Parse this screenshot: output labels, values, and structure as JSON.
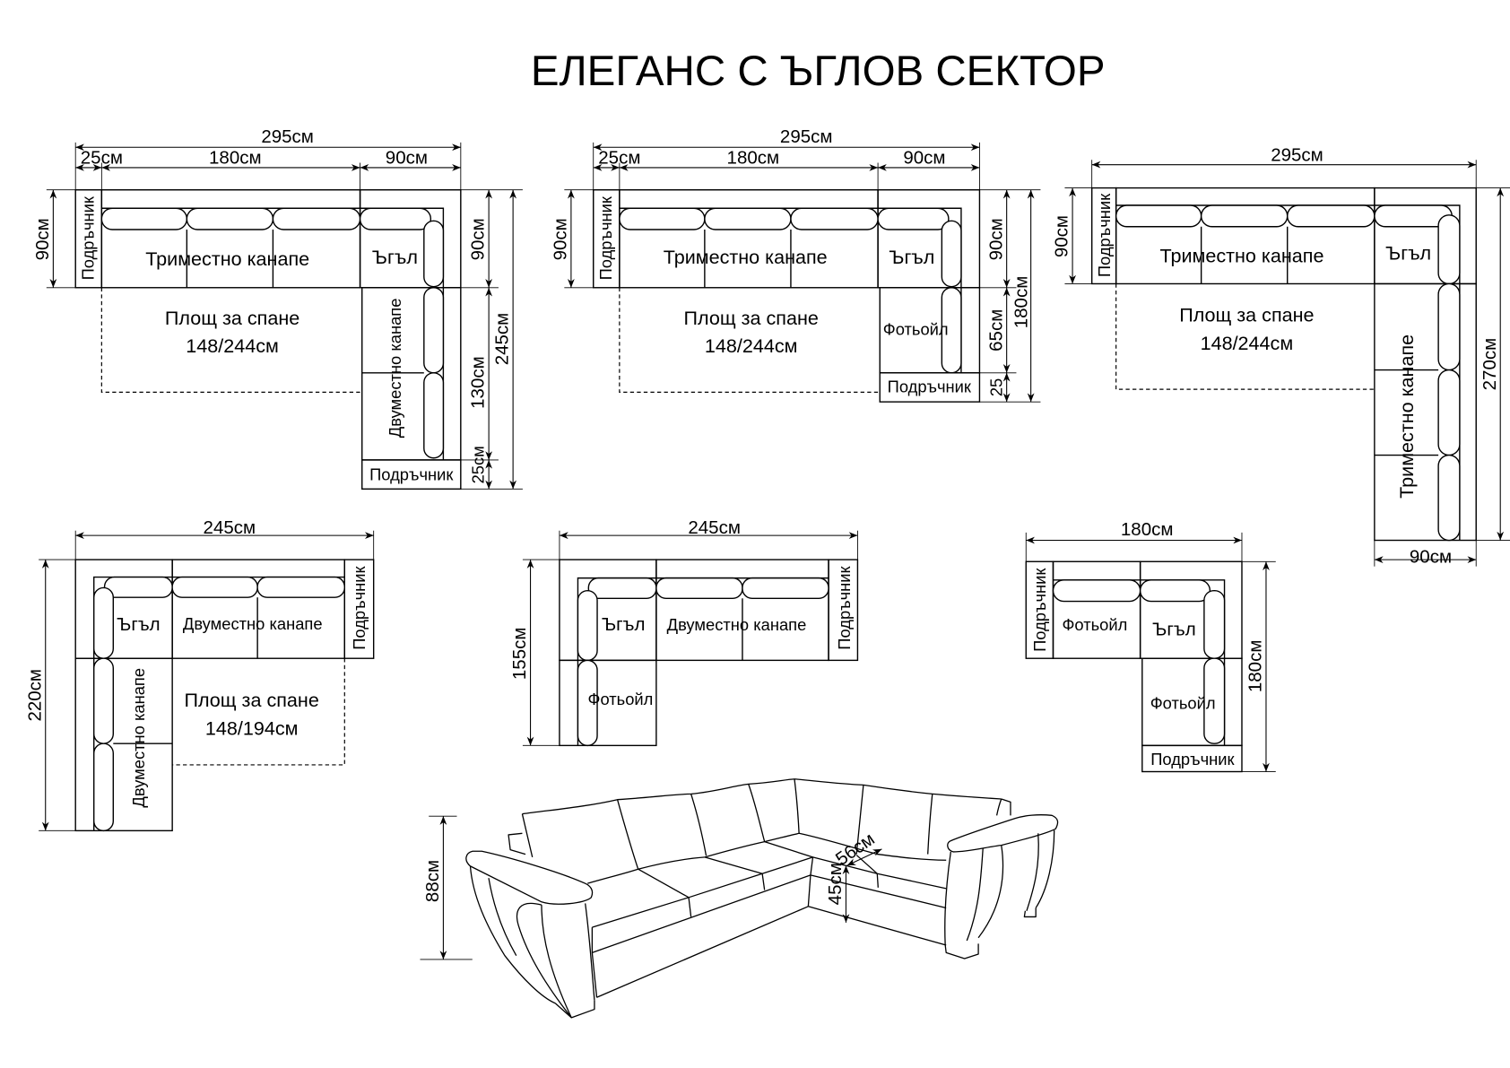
{
  "title": "ЕЛЕГАНС С ЪГЛОВ СЕКТОР",
  "labels": {
    "armrest": "Подръчник",
    "three_seat": "Триместно канапе",
    "two_seat": "Двуместно канапе",
    "corner": "Ъгъл",
    "armchair": "Фотьойл",
    "sleep_area": "Площ за спане"
  },
  "layout_1": {
    "sleep_size": "148/244см",
    "dims": {
      "total_width": "295см",
      "armrest_width": "25см",
      "sofa_width": "180см",
      "corner_width": "90см",
      "depth_left": "90см",
      "depth_right": "90см",
      "side_length": "130см",
      "side_armrest": "25см",
      "total_length": "245см"
    }
  },
  "layout_2": {
    "sleep_size": "148/244см",
    "dims": {
      "total_width": "295см",
      "armrest_width": "25см",
      "sofa_width": "180см",
      "corner_width": "90см",
      "depth_left": "90см",
      "depth_right": "90см",
      "armchair_length": "65см",
      "side_armrest": "25",
      "total_length": "180см"
    }
  },
  "layout_3": {
    "sleep_size": "148/244см",
    "dims": {
      "total_width": "295см",
      "depth_left": "90см",
      "total_length": "270см",
      "side_width": "90см"
    }
  },
  "layout_4": {
    "sleep_size": "148/194см",
    "dims": {
      "total_width": "245см",
      "total_length": "220см"
    }
  },
  "layout_5": {
    "dims": {
      "total_width": "245см",
      "total_length": "155см"
    }
  },
  "layout_6": {
    "dims": {
      "total_width": "180см",
      "total_length": "180см"
    }
  },
  "perspective": {
    "height": "88см",
    "seat_height": "45см",
    "seat_depth": "56см"
  }
}
